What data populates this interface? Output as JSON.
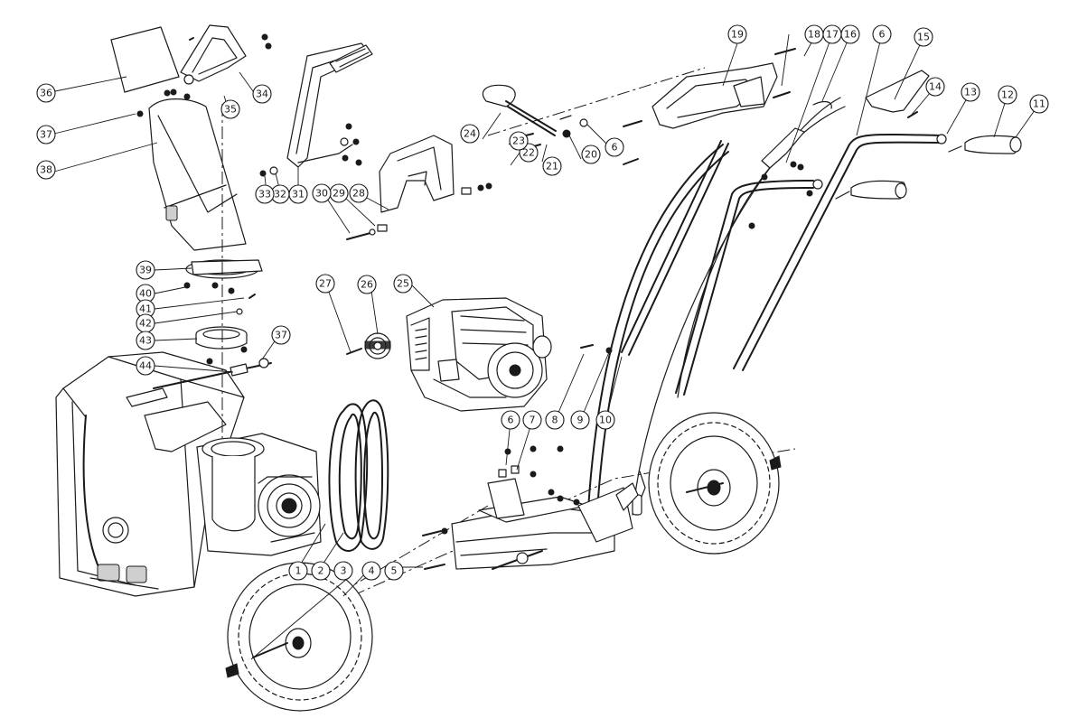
{
  "callouts": [
    {
      "id": "c1",
      "label": "1"
    },
    {
      "id": "c2",
      "label": "2"
    },
    {
      "id": "c3",
      "label": "3"
    },
    {
      "id": "c4",
      "label": "4"
    },
    {
      "id": "c5",
      "label": "5"
    },
    {
      "id": "c6a",
      "label": "6"
    },
    {
      "id": "c6b",
      "label": "6"
    },
    {
      "id": "c6c",
      "label": "6"
    },
    {
      "id": "c7",
      "label": "7"
    },
    {
      "id": "c8",
      "label": "8"
    },
    {
      "id": "c9",
      "label": "9"
    },
    {
      "id": "c10",
      "label": "10"
    },
    {
      "id": "c11",
      "label": "11"
    },
    {
      "id": "c12",
      "label": "12"
    },
    {
      "id": "c13",
      "label": "13"
    },
    {
      "id": "c14",
      "label": "14"
    },
    {
      "id": "c15",
      "label": "15"
    },
    {
      "id": "c16",
      "label": "16"
    },
    {
      "id": "c17",
      "label": "17"
    },
    {
      "id": "c18",
      "label": "18"
    },
    {
      "id": "c19",
      "label": "19"
    },
    {
      "id": "c20",
      "label": "20"
    },
    {
      "id": "c21",
      "label": "21"
    },
    {
      "id": "c22",
      "label": "22"
    },
    {
      "id": "c23",
      "label": "23"
    },
    {
      "id": "c24",
      "label": "24"
    },
    {
      "id": "c25",
      "label": "25"
    },
    {
      "id": "c26",
      "label": "26"
    },
    {
      "id": "c27",
      "label": "27"
    },
    {
      "id": "c28",
      "label": "28"
    },
    {
      "id": "c29",
      "label": "29"
    },
    {
      "id": "c30",
      "label": "30"
    },
    {
      "id": "c31",
      "label": "31"
    },
    {
      "id": "c32",
      "label": "32"
    },
    {
      "id": "c33",
      "label": "33"
    },
    {
      "id": "c34",
      "label": "34"
    },
    {
      "id": "c35",
      "label": "35"
    },
    {
      "id": "c36",
      "label": "36"
    },
    {
      "id": "c37a",
      "label": "37"
    },
    {
      "id": "c37b",
      "label": "37"
    },
    {
      "id": "c38",
      "label": "38"
    },
    {
      "id": "c39",
      "label": "39"
    },
    {
      "id": "c40",
      "label": "40"
    },
    {
      "id": "c41",
      "label": "41"
    },
    {
      "id": "c42",
      "label": "42"
    },
    {
      "id": "c43",
      "label": "43"
    },
    {
      "id": "c44",
      "label": "44"
    }
  ],
  "colors": {
    "line": "#1a1a1a",
    "background": "#ffffff"
  }
}
